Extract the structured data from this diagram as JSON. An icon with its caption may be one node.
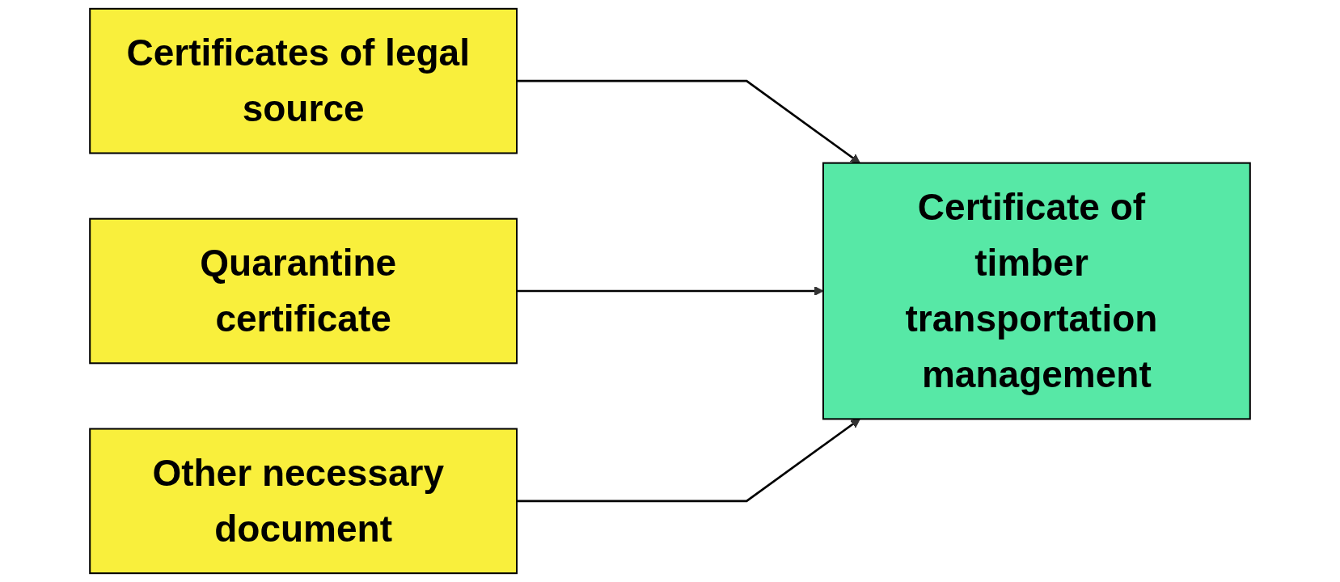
{
  "diagram": {
    "nodes": [
      {
        "text": [
          "Certificates of legal source"
        ]
      },
      {
        "text": [
          "Quarantine certificate"
        ]
      },
      {
        "text": [
          "Other necessary document"
        ]
      },
      {
        "text": [
          "Certificate of timber transportation management"
        ]
      }
    ],
    "edges": [
      {
        "from": 0,
        "to": 3,
        "arrow": "to"
      },
      {
        "from": 1,
        "to": 3,
        "arrow": "to"
      },
      {
        "from": 2,
        "to": 3,
        "arrow": "to"
      }
    ]
  }
}
